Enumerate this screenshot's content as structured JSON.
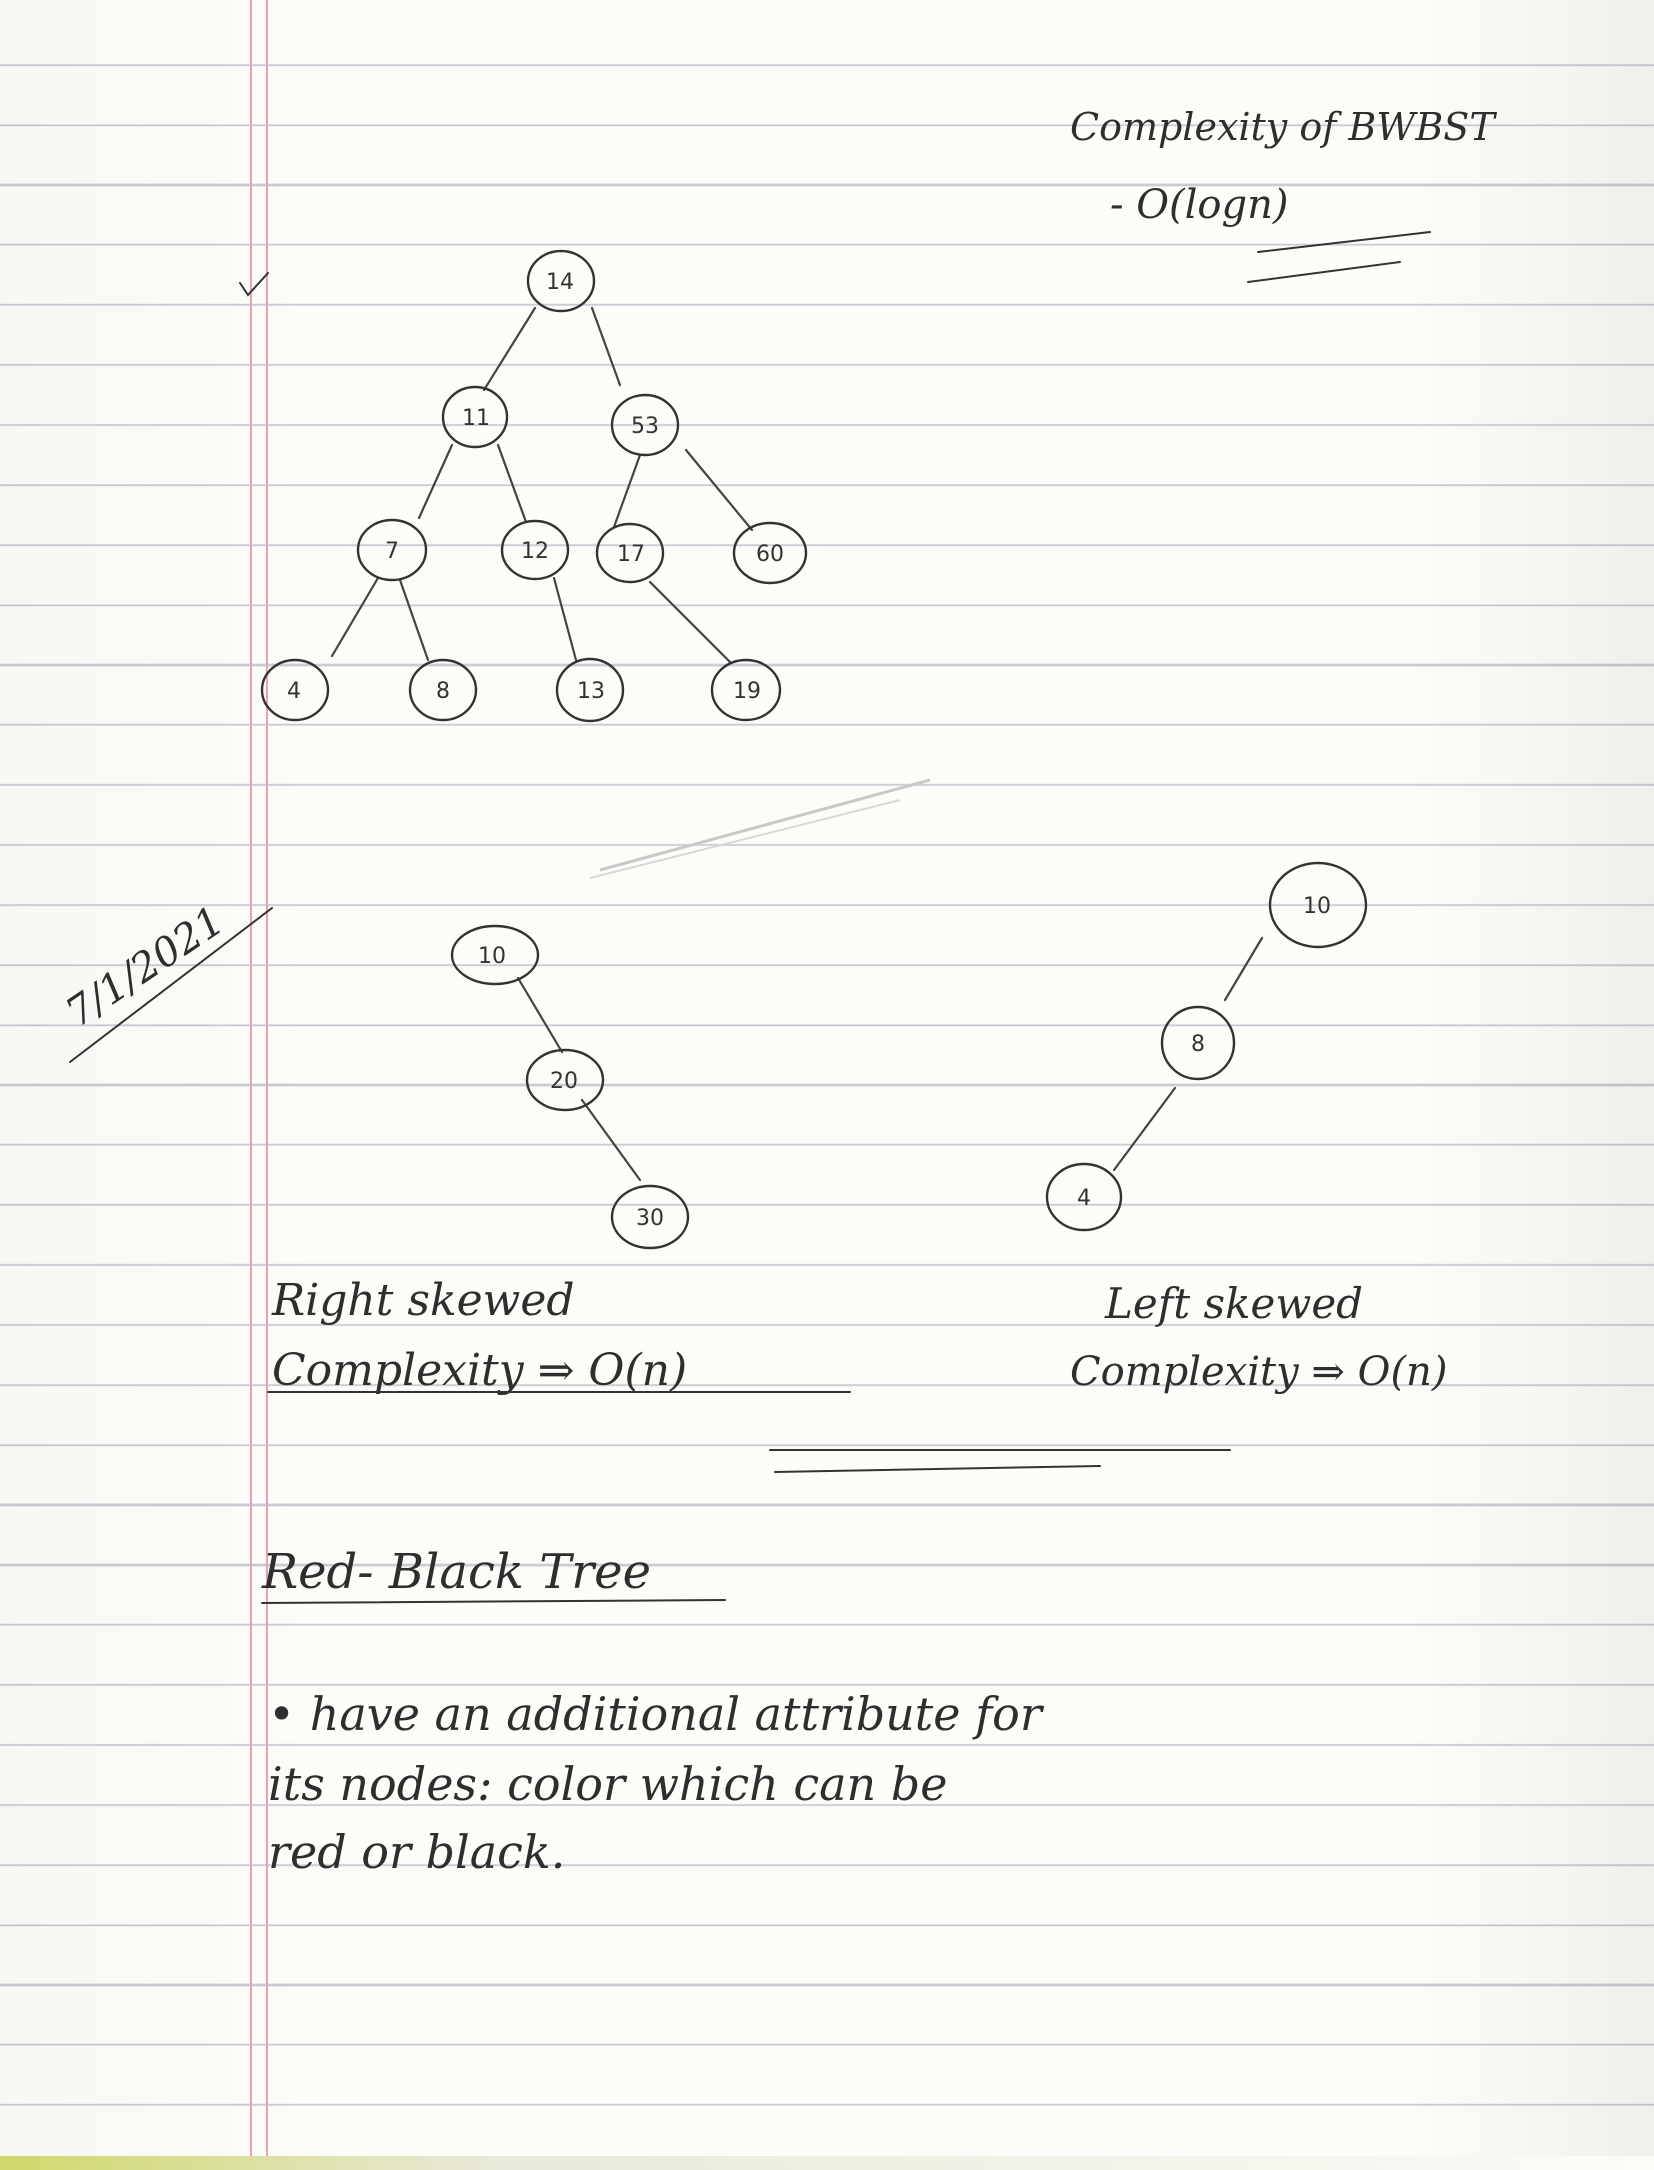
{
  "complexity_note": {
    "line1": "Complexity of BWBST",
    "line2": "- O(logn)"
  },
  "bst_tree": {
    "nodes": {
      "n14": "14",
      "n11": "11",
      "n53": "53",
      "n7": "7",
      "n12": "12",
      "n17": "17",
      "n60": "60",
      "n4": "4",
      "n8": "8",
      "n13": "13",
      "n19": "19"
    }
  },
  "date": "7/1/2021",
  "right_skewed": {
    "nodes": {
      "a": "10",
      "b": "20",
      "c": "30"
    },
    "caption_line1": "Right skewed",
    "caption_line2": "Complexity ⇒ O(n)"
  },
  "left_skewed": {
    "nodes": {
      "a": "10",
      "b": "8",
      "c": "4"
    },
    "caption_line1": "Left skewed",
    "caption_line2": "Complexity ⇒ O(n)"
  },
  "red_black": {
    "heading": "Red- Black Tree",
    "bullet_line1": "• have an additional attribute for",
    "bullet_line2": "its nodes: color which can be",
    "bullet_line3": "red or black."
  }
}
